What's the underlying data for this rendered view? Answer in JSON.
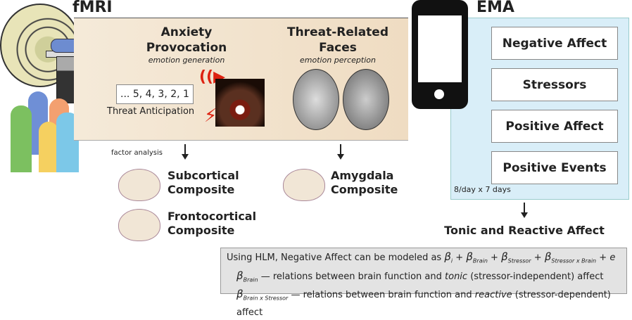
{
  "fmri": {
    "label": "fMRI",
    "anxiety_title_1": "Anxiety",
    "anxiety_title_2": "Provocation",
    "anxiety_sub": "emotion generation",
    "countdown": "... 5, 4, 3, 2, 1",
    "threat_anticipation": "Threat Anticipation",
    "faces_title_1": "Threat-Related",
    "faces_title_2": "Faces",
    "faces_sub": "emotion perception"
  },
  "factor_analysis": "factor analysis",
  "composites": {
    "subcortical": [
      "Subcortical",
      "Composite"
    ],
    "frontocortical": [
      "Frontocortical",
      "Composite"
    ],
    "amygdala": [
      "Amygdala",
      "Composite"
    ]
  },
  "ema": {
    "label": "EMA",
    "boxes": [
      "Negative Affect",
      "Stressors",
      "Positive Affect",
      "Positive Events"
    ],
    "schedule": "8/day x 7 days",
    "outcome": "Tonic and Reactive Affect"
  },
  "hlm": {
    "line1_prefix": "Using HLM, Negative Affect can be modeled as",
    "beta": "β",
    "i": "i",
    "brain": "Brain",
    "stressor": "Stressor",
    "stressor_x_brain": "Stressor x Brain",
    "brain_x_stressor": "Brain x Stressor",
    "plus": "+",
    "e": "e",
    "dash": "—",
    "line2_a": "relations between brain function and",
    "tonic": "tonic",
    "line2_b": "(stressor-independent) affect",
    "reactive": "reactive",
    "line3_b": "(stressor-dependent) affect"
  }
}
